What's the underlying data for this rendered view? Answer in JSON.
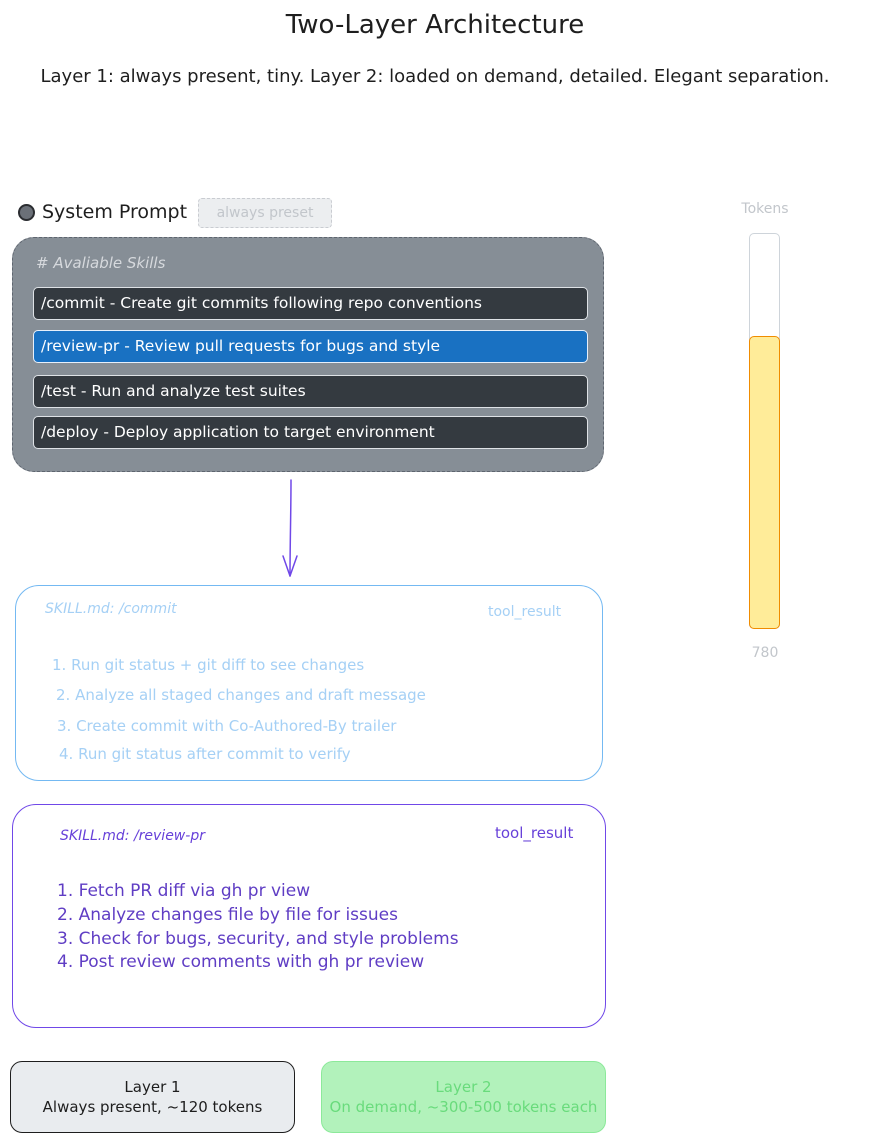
{
  "title": "Two-Layer Architecture",
  "subtitle": "Layer 1: always present, tiny. Layer 2: loaded on demand, detailed. Elegant separation.",
  "system_prompt": {
    "label": "System Prompt",
    "badge": "always preset",
    "heading": "# Avaliable Skills",
    "skills": [
      {
        "text": "/commit - Create git commits following repo conventions",
        "active": false
      },
      {
        "text": "/review-pr - Review pull requests for bugs and style",
        "active": true
      },
      {
        "text": "/test - Run and analyze test suites",
        "active": false
      },
      {
        "text": "/deploy - Deploy application to target environment",
        "active": false
      }
    ]
  },
  "skill_commit": {
    "title": "SKILL.md: /commit",
    "tag": "tool_result",
    "steps": [
      "1. Run git status + git diff to see changes",
      "2. Analyze all staged changes and draft message",
      "3. Create commit with Co-Authored-By trailer",
      "4. Run git status after commit to verify"
    ]
  },
  "skill_review": {
    "title": "SKILL.md: /review-pr",
    "tag": "tool_result",
    "steps": [
      "1. Fetch PR diff via gh pr view",
      "2. Analyze changes file by file for issues",
      "3. Check for bugs, security, and style problems",
      "4. Post review comments with gh pr review"
    ]
  },
  "legend": {
    "layer1_title": "Layer 1",
    "layer1_desc": "Always present, ~120 tokens",
    "layer2_title": "Layer 2",
    "layer2_desc": "On demand, ~300-500 tokens each"
  },
  "tokens": {
    "label": "Tokens",
    "value": "780",
    "fill_fraction": 0.74
  },
  "colors": {
    "skill_active": "#1971c2",
    "skill_default": "#343a40",
    "layer1_bg": "#e9ecef",
    "layer2_bg": "#b2f2bb",
    "token_fill": "#ffec99",
    "token_fill_border": "#f08c00",
    "arrow": "#7048e8"
  }
}
